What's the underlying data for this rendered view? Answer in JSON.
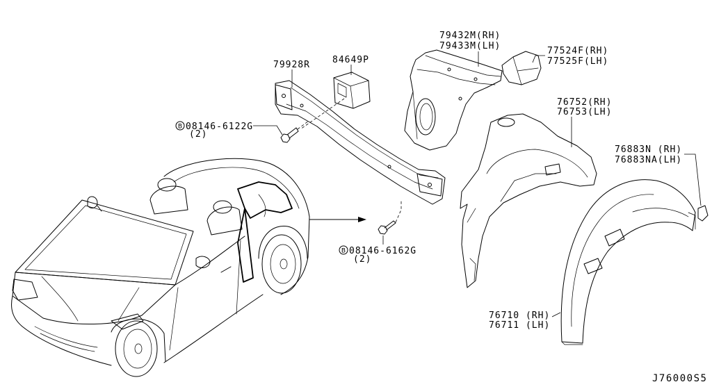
{
  "callouts": {
    "upper_panel": {
      "rh": "79432M(RH)",
      "lh": "79433M(LH)"
    },
    "upper_bracket": {
      "rh": "77524F(RH)",
      "lh": "77525F(LH)"
    },
    "cross_member": {
      "part": "79928R"
    },
    "mount_bracket": {
      "part": "84649P"
    },
    "inner_wheel_house": {
      "rh": "76752(RH)",
      "lh": "76753(LH)"
    },
    "bolt_upper": {
      "prefix": "B",
      "part": "08146-6122G",
      "qty": "(2)"
    },
    "clip": {
      "rh": "76883N (RH)",
      "lh": "76883NA(LH)"
    },
    "bolt_lower": {
      "prefix": "B",
      "part": "08146-6162G",
      "qty": "(2)"
    },
    "wheel_house_liner": {
      "rh": "76710 (RH)",
      "lh": "76711 (LH)"
    }
  },
  "diagram_code": "J76000S5",
  "colors": {
    "line": "#000000",
    "background": "#ffffff"
  }
}
